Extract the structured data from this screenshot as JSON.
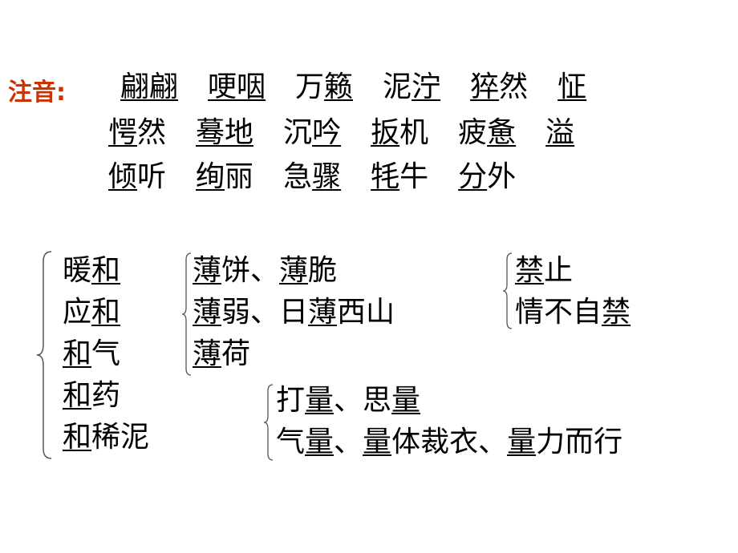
{
  "pinyin_section": {
    "label": "注音:",
    "label_color": "#cc3300",
    "rows": [
      [
        {
          "parts": [
            {
              "t": "翩翩",
              "u": true
            }
          ]
        },
        {
          "parts": [
            {
              "t": "哽咽",
              "u": true
            }
          ]
        },
        {
          "parts": [
            {
              "t": "万",
              "u": false
            },
            {
              "t": "籁",
              "u": true
            }
          ]
        },
        {
          "parts": [
            {
              "t": "泥",
              "u": false
            },
            {
              "t": "泞",
              "u": true
            }
          ]
        },
        {
          "parts": [
            {
              "t": "猝",
              "u": true
            },
            {
              "t": "然",
              "u": false
            }
          ]
        },
        {
          "parts": [
            {
              "t": "怔",
              "u": true
            }
          ]
        }
      ],
      [
        {
          "parts": [
            {
              "t": "愕",
              "u": true
            },
            {
              "t": "然",
              "u": false
            }
          ]
        },
        {
          "parts": [
            {
              "t": "蓦地",
              "u": true
            }
          ]
        },
        {
          "parts": [
            {
              "t": "沉",
              "u": false
            },
            {
              "t": "吟",
              "u": true
            }
          ]
        },
        {
          "parts": [
            {
              "t": "扳",
              "u": true
            },
            {
              "t": "机",
              "u": false
            }
          ]
        },
        {
          "parts": [
            {
              "t": "疲",
              "u": false
            },
            {
              "t": "惫",
              "u": true
            }
          ]
        },
        {
          "parts": [
            {
              "t": "溢",
              "u": true
            }
          ]
        }
      ],
      [
        {
          "parts": [
            {
              "t": "倾",
              "u": true
            },
            {
              "t": "听",
              "u": false
            }
          ]
        },
        {
          "parts": [
            {
              "t": "绚",
              "u": true
            },
            {
              "t": "丽",
              "u": false
            }
          ]
        },
        {
          "parts": [
            {
              "t": "急",
              "u": false
            },
            {
              "t": "骤",
              "u": true
            }
          ]
        },
        {
          "parts": [
            {
              "t": "牦",
              "u": true
            },
            {
              "t": "牛",
              "u": false
            }
          ]
        },
        {
          "parts": [
            {
              "t": "分",
              "u": true
            },
            {
              "t": "外",
              "u": false
            }
          ]
        }
      ]
    ]
  },
  "he_group": [
    [
      {
        "t": "暖",
        "u": false
      },
      {
        "t": "和",
        "u": true
      }
    ],
    [
      {
        "t": "应",
        "u": false
      },
      {
        "t": "和",
        "u": true
      }
    ],
    [
      {
        "t": "和",
        "u": true
      },
      {
        "t": "气",
        "u": false
      }
    ],
    [
      {
        "t": "和",
        "u": true
      },
      {
        "t": "药",
        "u": false
      }
    ],
    [
      {
        "t": "和",
        "u": true
      },
      {
        "t": "稀泥",
        "u": false
      }
    ]
  ],
  "bao_group": [
    [
      {
        "t": "薄",
        "u": true
      },
      {
        "t": "饼、",
        "u": false
      },
      {
        "t": "薄",
        "u": true
      },
      {
        "t": "脆",
        "u": false
      }
    ],
    [
      {
        "t": "薄",
        "u": true
      },
      {
        "t": "弱、日",
        "u": false
      },
      {
        "t": "薄",
        "u": true
      },
      {
        "t": "西山",
        "u": false
      }
    ],
    [
      {
        "t": "薄",
        "u": true
      },
      {
        "t": "荷",
        "u": false
      }
    ]
  ],
  "jin_group": [
    [
      {
        "t": "禁",
        "u": true
      },
      {
        "t": "止",
        "u": false
      }
    ],
    [
      {
        "t": "情不自",
        "u": false
      },
      {
        "t": "禁",
        "u": true
      }
    ]
  ],
  "liang_group": [
    [
      {
        "t": "打",
        "u": false
      },
      {
        "t": "量",
        "u": true
      },
      {
        "t": "、思",
        "u": false
      },
      {
        "t": "量",
        "u": true
      }
    ],
    [
      {
        "t": "气",
        "u": false
      },
      {
        "t": "量",
        "u": true
      },
      {
        "t": "、",
        "u": false
      },
      {
        "t": "量",
        "u": true
      },
      {
        "t": "体裁衣、",
        "u": false
      },
      {
        "t": "量",
        "u": true
      },
      {
        "t": "力而行",
        "u": false
      }
    ]
  ]
}
